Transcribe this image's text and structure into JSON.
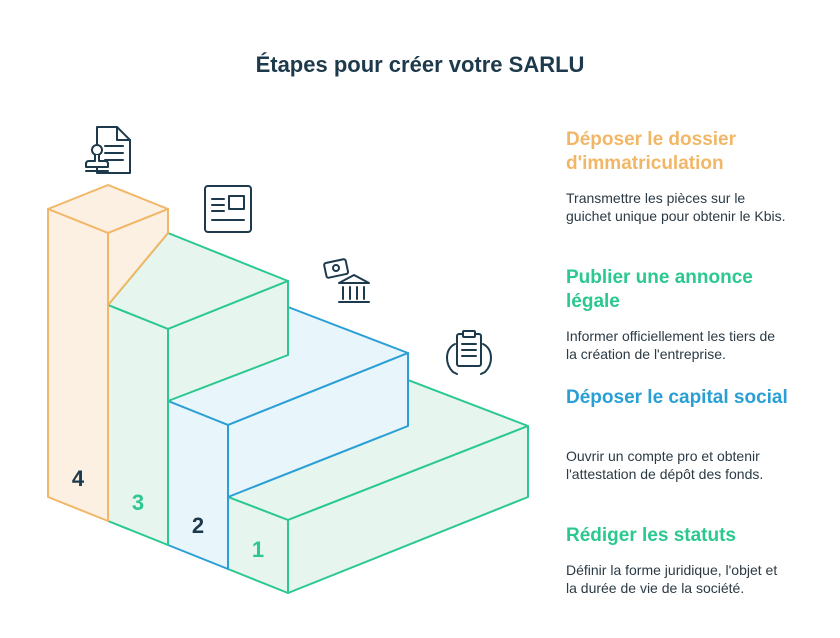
{
  "title": "Étapes pour créer votre SARLU",
  "colors": {
    "step4": "#f2b766",
    "step3": "#2bc88f",
    "step2": "#2a9fd6",
    "step1": "#2bc88f",
    "title": "#1d3a4c"
  },
  "steps": [
    {
      "number": "4",
      "title": "Déposer le dossier d'immatriculation",
      "description": "Transmettre les pièces sur le guichet unique pour obtenir le Kbis.",
      "icon": "stamped-document-icon"
    },
    {
      "number": "3",
      "title": "Publier une annonce légale",
      "description": "Informer officiellement les tiers de la création de l'entreprise.",
      "icon": "newspaper-icon"
    },
    {
      "number": "2",
      "title": "Déposer le capital social",
      "description": "Ouvrir un compte pro et obtenir l'attestation de dépôt des fonds.",
      "icon": "bank-money-icon"
    },
    {
      "number": "1",
      "title": "Rédiger les statuts",
      "description": "Définir la forme juridique, l'objet et la durée de vie de la société.",
      "icon": "clipboard-hands-icon"
    }
  ]
}
